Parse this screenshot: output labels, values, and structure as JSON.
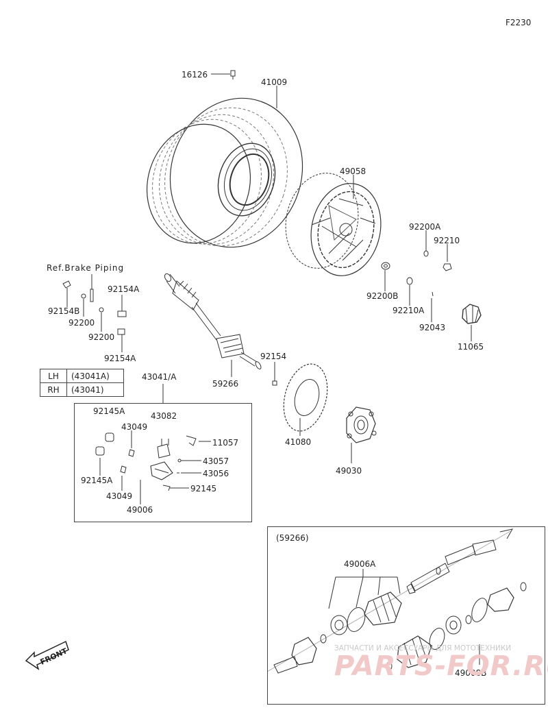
{
  "figure_code": "F2230",
  "ref_note": "Ref.Brake Piping",
  "side_table": [
    {
      "side": "LH",
      "part": "(43041A)"
    },
    {
      "side": "RH",
      "part": "(43041)"
    }
  ],
  "caliper_group_label": "43041/A",
  "inset_label": "(59266)",
  "parts": {
    "p16126": "16126",
    "p41009": "41009",
    "p49058": "49058",
    "p92200A": "92200A",
    "p92210": "92210",
    "p92200B": "92200B",
    "p92210A": "92210A",
    "p92043": "92043",
    "p11065": "11065",
    "p92154A_top": "92154A",
    "p92154B": "92154B",
    "p92200_a": "92200",
    "p92200_b": "92200",
    "p92154A_bottom": "92154A",
    "p92154": "92154",
    "p59266": "59266",
    "p41080": "41080",
    "p49030": "49030",
    "p92145A_top": "92145A",
    "p43082": "43082",
    "p43049_top": "43049",
    "p11057": "11057",
    "p43057": "43057",
    "p43056": "43056",
    "p92145A_bottom": "92145A",
    "p92145": "92145",
    "p43049_bottom": "43049",
    "p49006": "49006",
    "p49006A": "49006A",
    "p49008B": "49008B"
  },
  "front_label": "FRONT",
  "watermark": {
    "line1": "ЗАПЧАСТИ И АКСЕССУАРЫ ДЛЯ МОТОТЕХНИКИ",
    "line2": "PARTS-FOR.RU"
  }
}
